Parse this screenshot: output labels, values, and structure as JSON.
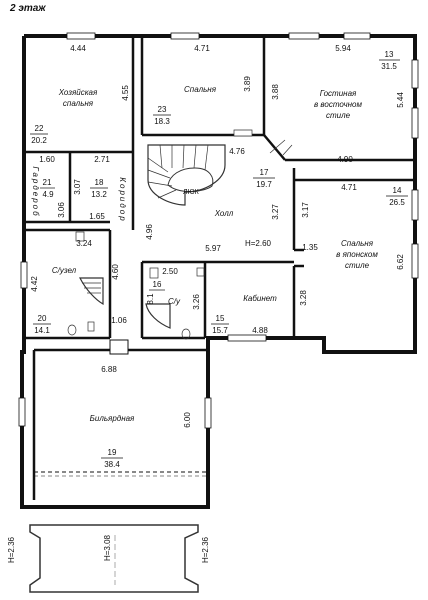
{
  "floor_title": "2 этаж",
  "rooms": [
    {
      "id": "master-bedroom",
      "name": [
        "Хозяйская",
        "спальня"
      ],
      "number": "22",
      "area": "20.2",
      "dims": [
        "4.44",
        "4.55"
      ]
    },
    {
      "id": "bedroom",
      "name": [
        "Спальня"
      ],
      "number": "23",
      "area": "18.3",
      "dims": [
        "4.71",
        "3.89"
      ]
    },
    {
      "id": "oriental-living",
      "name": [
        "Гостиная",
        "в восточном",
        "стиле"
      ],
      "number": "13",
      "area": "31.5",
      "dims": [
        "5.94",
        "3.88",
        "5.44",
        "4.90"
      ]
    },
    {
      "id": "wardrobe",
      "name": [
        "Гардероб"
      ],
      "number": "21",
      "area": "4.9",
      "dims": [
        "1.60",
        "3.06"
      ]
    },
    {
      "id": "corridor",
      "name": [
        "Коридор"
      ],
      "number": "18",
      "area": "13.2",
      "dims": [
        "2.71",
        "3.07",
        "1.65"
      ]
    },
    {
      "id": "hall",
      "name": [
        "Холл"
      ],
      "number": "17",
      "area": "19.7",
      "dims": [
        "4.76",
        "4.96",
        "5.97",
        "3.27"
      ],
      "hatch": "ЛЮК",
      "height": "H=2.60"
    },
    {
      "id": "japanese-bedroom",
      "name": [
        "Спальня",
        "в японском",
        "стиле"
      ],
      "number": "14",
      "area": "26.5",
      "dims": [
        "4.71",
        "3.17",
        "1.35",
        "6.62"
      ]
    },
    {
      "id": "bathroom-large",
      "name": [
        "С/узел"
      ],
      "number": "20",
      "area": "14.1",
      "dims": [
        "3.24",
        "4.42",
        "4.60",
        "1.06"
      ]
    },
    {
      "id": "bathroom-small",
      "name": [
        "С/у"
      ],
      "number": "16",
      "area": "8.1",
      "dims": [
        "2.50",
        "3.26"
      ]
    },
    {
      "id": "study",
      "name": [
        "Кабинет"
      ],
      "number": "15",
      "area": "15.7",
      "dims": [
        "3.28",
        "4.88"
      ]
    },
    {
      "id": "billiard",
      "name": [
        "Бильярдная"
      ],
      "number": "19",
      "area": "38.4",
      "dims": [
        "6.88",
        "6.00"
      ]
    }
  ],
  "lower_section": {
    "heights": [
      "H=2.36",
      "H=3.08",
      "H=2.36"
    ]
  }
}
